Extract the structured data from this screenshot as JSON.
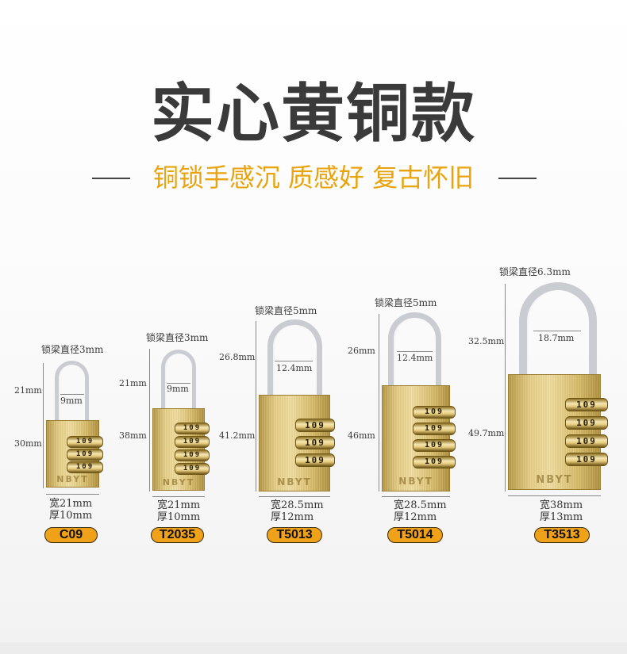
{
  "heading": {
    "title": "实心黄铜款",
    "subtitle": "铜锁手感沉 质感好 复古怀旧"
  },
  "colors": {
    "accent": "#f0a11a",
    "subtitle": "#e8a40e",
    "title": "#3a3a3a"
  },
  "locks": [
    {
      "model": "C09",
      "shackle_diameter": "锁梁直径3mm",
      "shackle_height": "21mm",
      "shackle_inner": "9mm",
      "body_height": "30mm",
      "width": "宽21mm",
      "thickness": "厚10mm",
      "digits": "109",
      "brand": "NBYT"
    },
    {
      "model": "T2035",
      "shackle_diameter": "锁梁直径3mm",
      "shackle_height": "21mm",
      "shackle_inner": "9mm",
      "body_height": "38mm",
      "width": "宽21mm",
      "thickness": "厚10mm",
      "digits": "109",
      "brand": "NBYT"
    },
    {
      "model": "T5013",
      "shackle_diameter": "锁梁直径5mm",
      "shackle_height": "26.8mm",
      "shackle_inner": "12.4mm",
      "body_height": "41.2mm",
      "width": "宽28.5mm",
      "thickness": "厚12mm",
      "digits": "109",
      "brand": "NBYT"
    },
    {
      "model": "T5014",
      "shackle_diameter": "锁梁直径5mm",
      "shackle_height": "26mm",
      "shackle_inner": "12.4mm",
      "body_height": "46mm",
      "width": "宽28.5mm",
      "thickness": "厚12mm",
      "digits": "109",
      "brand": "NBYT"
    },
    {
      "model": "T3513",
      "shackle_diameter": "锁梁直径6.3mm",
      "shackle_height": "32.5mm",
      "shackle_inner": "18.7mm",
      "body_height": "49.7mm",
      "width": "宽38mm",
      "thickness": "厚13mm",
      "digits": "109",
      "brand": "NBYT"
    }
  ]
}
